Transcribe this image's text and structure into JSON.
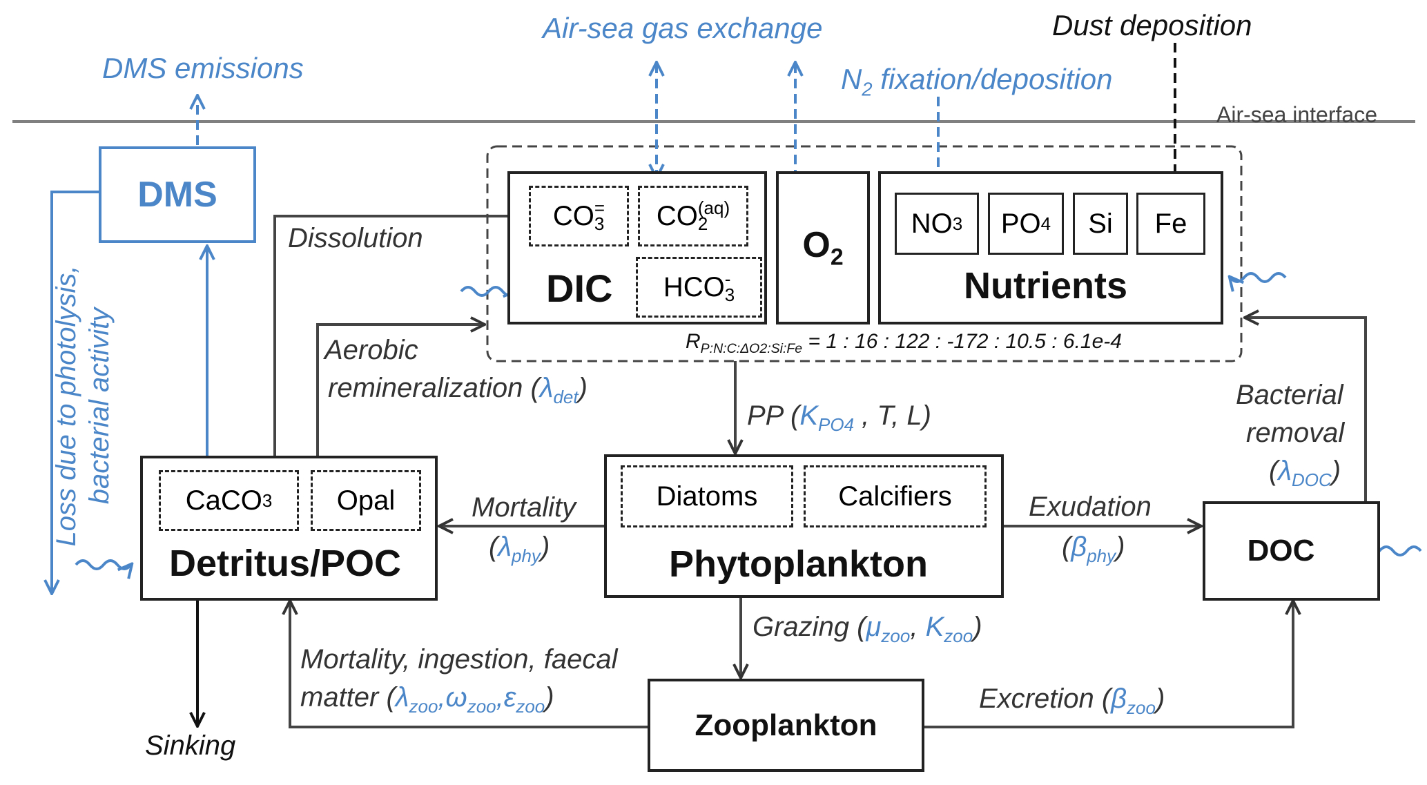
{
  "interface": {
    "label": "Air-sea interface"
  },
  "external": {
    "dms_emissions": "DMS emissions",
    "air_sea_gas_exchange": "Air-sea gas exchange",
    "dust_deposition": "Dust deposition",
    "n2_fixation": {
      "prefix": "N",
      "sub": "2",
      "suffix": " fixation/deposition"
    }
  },
  "dms": {
    "label": "DMS",
    "loss_line1": "Loss due to photolysis,",
    "loss_line2": "bacterial activity"
  },
  "dic": {
    "label": "DIC",
    "co3": {
      "base": "CO",
      "sub": "3",
      "sup": "="
    },
    "co2": {
      "base": "CO",
      "sub": "2",
      "sup": "(aq)"
    },
    "hco3": {
      "base": "HCO",
      "sub": "3",
      "sup": "-"
    }
  },
  "o2": {
    "base": "O",
    "sub": "2"
  },
  "nutrients": {
    "label": "Nutrients",
    "no3": {
      "base": "NO",
      "sub": "3"
    },
    "po4": {
      "base": "PO",
      "sub": "4"
    },
    "si": "Si",
    "fe": "Fe"
  },
  "ratio": {
    "symbol": "R",
    "sub": "P:N:C:ΔO2:Si:Fe",
    "value": " = 1 : 16 : 122 : -172 : 10.5 : 6.1e-4"
  },
  "detritus": {
    "label": "Detritus/POC",
    "caco3": {
      "base": "CaCO",
      "sub": "3"
    },
    "opal": "Opal"
  },
  "phytoplankton": {
    "label": "Phytoplankton",
    "diatoms": "Diatoms",
    "calcifiers": "Calcifiers"
  },
  "doc": {
    "label": "DOC"
  },
  "zooplankton": {
    "label": "Zooplankton"
  },
  "processes": {
    "dissolution": "Dissolution",
    "aerobic_line1": "Aerobic",
    "aerobic_line2": "remineralization (",
    "aerobic_param": {
      "sym": "λ",
      "sub": "det"
    },
    "pp": {
      "prefix": "PP (",
      "k": "K",
      "ksub": "PO4",
      "suffix": " , T, L)"
    },
    "bacterial_line1": "Bacterial",
    "bacterial_line2": "removal",
    "bacterial_param": {
      "sym": "λ",
      "sub": "DOC"
    },
    "mortality": "Mortality",
    "mortality_param": {
      "sym": "λ",
      "sub": "phy"
    },
    "exudation": "Exudation",
    "exudation_param": {
      "sym": "β",
      "sub": "phy"
    },
    "grazing": {
      "prefix": "Grazing (",
      "p1": "μ",
      "p1sub": "zoo",
      "p2": "K",
      "p2sub": "zoo"
    },
    "zoo_mort_line1": "Mortality, ingestion, faecal",
    "zoo_mort_line2": "matter (",
    "zoo_mort_params": [
      {
        "sym": "λ",
        "sub": "zoo"
      },
      {
        "sym": "ω",
        "sub": "zoo"
      },
      {
        "sym": "ε",
        "sub": "zoo"
      }
    ],
    "excretion": "Excretion (",
    "excretion_param": {
      "sym": "β",
      "sub": "zoo"
    },
    "sinking": "Sinking"
  },
  "colors": {
    "blue": "#4a86c8",
    "dark": "#333333",
    "line": "#808080"
  }
}
